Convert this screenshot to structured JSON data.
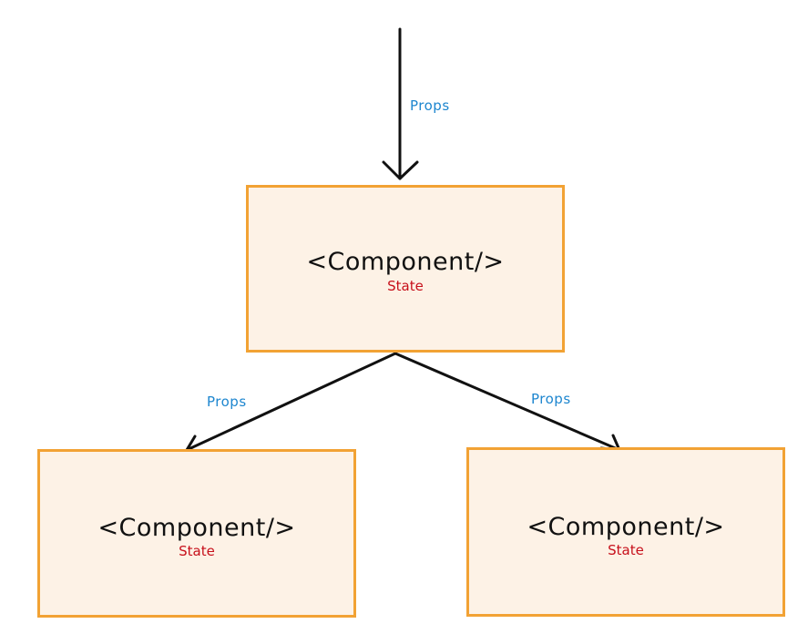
{
  "nodes": {
    "parent": {
      "title": "<Component/>",
      "subtitle": "State"
    },
    "left_child": {
      "title": "<Component/>",
      "subtitle": "State"
    },
    "right_child": {
      "title": "<Component/>",
      "subtitle": "State"
    }
  },
  "edges": {
    "incoming": {
      "label": "Props"
    },
    "to_left": {
      "label": "Props"
    },
    "to_right": {
      "label": "Props"
    }
  },
  "colors": {
    "box_fill": "#fdf2e6",
    "box_border": "#f2a234",
    "title_text": "#111111",
    "state_text": "#c7101b",
    "props_text": "#1d86cf",
    "arrow": "#111111"
  }
}
